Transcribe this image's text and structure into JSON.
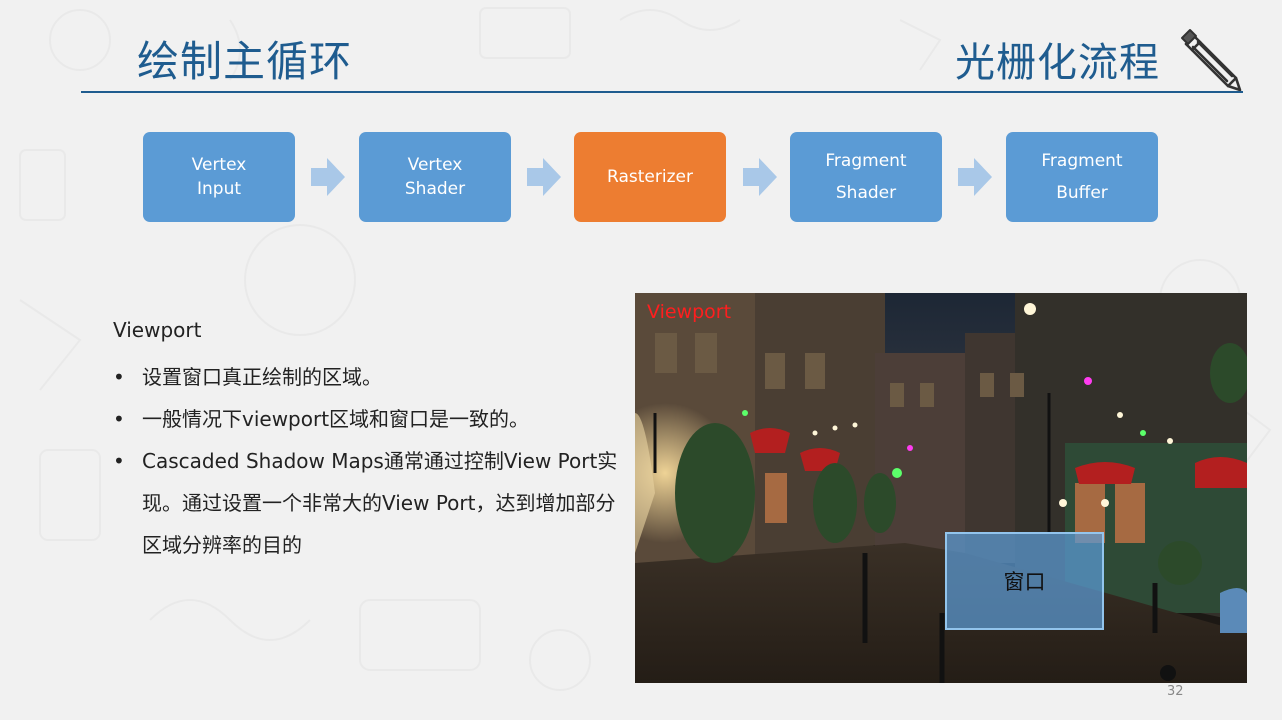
{
  "slide": {
    "title_left": "绘制主循环",
    "title_right": "光栅化流程",
    "page_number": "32"
  },
  "pipeline": {
    "stages": [
      {
        "label": "Vertex\nInput",
        "color": "#5b9bd5"
      },
      {
        "label": "Vertex\nShader",
        "color": "#5b9bd5"
      },
      {
        "label": "Rasterizer",
        "color": "#ed7d31"
      },
      {
        "label": "Fragment\nShader",
        "color": "#5b9bd5"
      },
      {
        "label": "Fragment\nBuffer",
        "color": "#5b9bd5"
      }
    ],
    "arrow_color": "#a9c8e8"
  },
  "content": {
    "heading": "Viewport",
    "bullets": [
      "设置窗口真正绘制的区域。",
      "一般情况下viewport区域和窗口是一致的。",
      "Cascaded Shadow Maps通常通过控制View Port实现。通过设置一个非常大的View Port，达到增加部分区域分辨率的目的"
    ]
  },
  "figure": {
    "viewport_label": "Viewport",
    "window_label": "窗口"
  },
  "icons": {
    "title_decoration": "pencil-icon",
    "flow": "arrow-right-icon"
  },
  "colors": {
    "title": "#1f5c8f",
    "stage_blue": "#5b9bd5",
    "stage_highlight": "#ed7d31",
    "viewport_label": "#ff1e1e"
  }
}
